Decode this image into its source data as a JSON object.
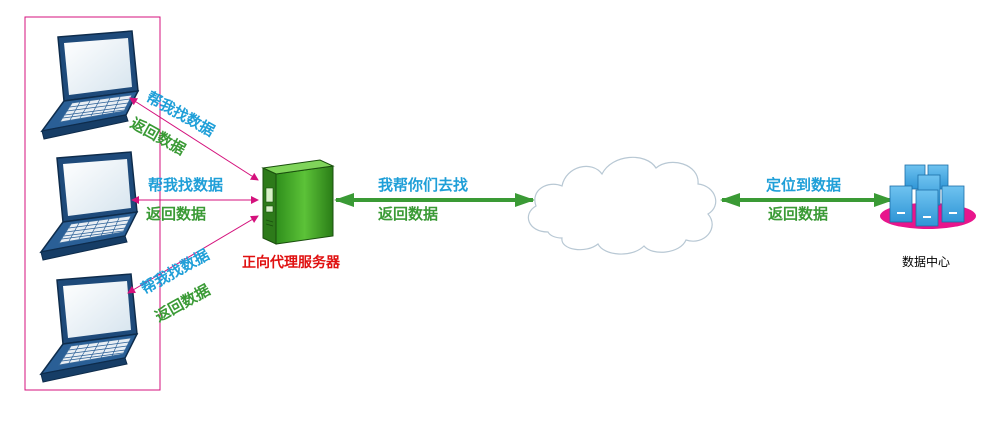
{
  "labels": {
    "request": "帮我找数据",
    "return": "返回数据",
    "proxy": "正向代理服务器",
    "proxy_request": "我帮你们去找",
    "locate": "定位到数据",
    "datacenter": "数据中心"
  },
  "colors": {
    "pink": "#d4117c",
    "green": "#3a9a35",
    "blue": "#1f9fd8",
    "red": "#e01010"
  },
  "icons": {
    "client": "laptop-icon",
    "proxy": "server-tower-icon",
    "internet": "cloud-icon",
    "datacenter": "server-rack-icon"
  }
}
